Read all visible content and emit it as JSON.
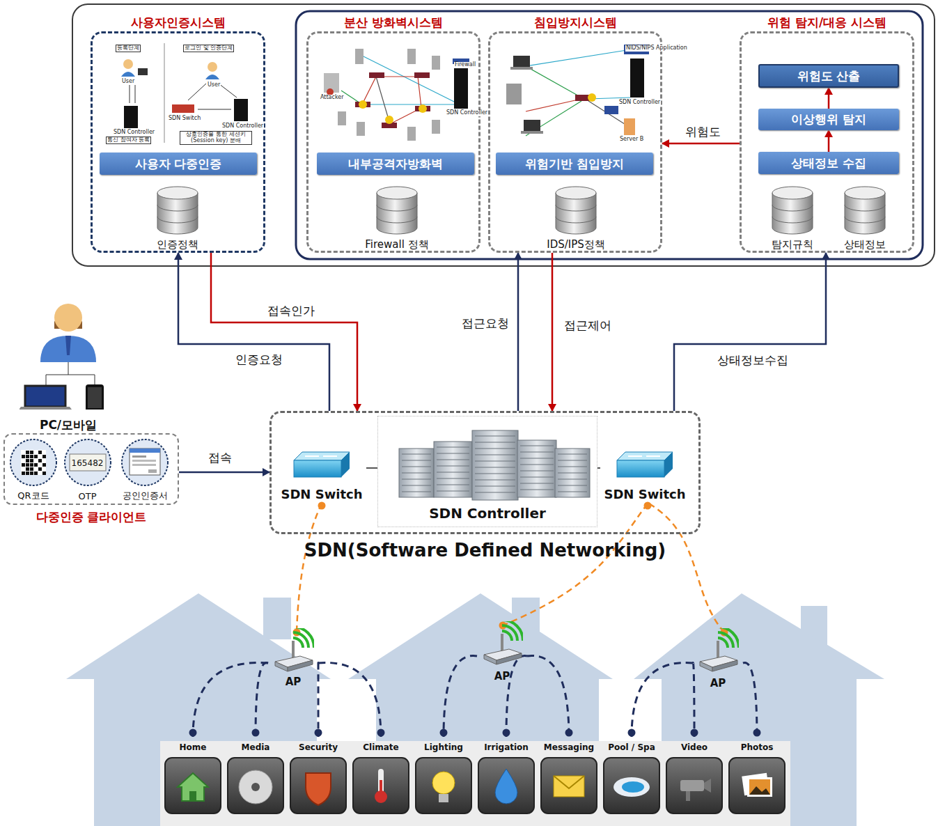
{
  "diagram": {
    "nodes": [
      {
        "text": [
          "사용자인증시스템"
        ]
      },
      {
        "text": [
          "사용자 다중인증"
        ],
        "in": 0
      },
      {
        "text": [
          "인증정책"
        ],
        "in": 0
      },
      {
        "text": [
          "분산 방화벽시스템"
        ]
      },
      {
        "text": [
          "내부공격자방화벽"
        ],
        "in": 3
      },
      {
        "text": [
          "Firewall 정책"
        ],
        "in": 3
      },
      {
        "text": [
          "침입방지시스템"
        ]
      },
      {
        "text": [
          "위험기반 침입방지"
        ],
        "in": 6
      },
      {
        "text": [
          "IDS/IPS정책"
        ],
        "in": 6
      },
      {
        "text": [
          "위험 탐지/대응 시스템"
        ]
      },
      {
        "text": [
          "위험도 산출"
        ],
        "in": 9
      },
      {
        "text": [
          "이상행위 탐지"
        ],
        "in": 9
      },
      {
        "text": [
          "상태정보 수집"
        ],
        "in": 9
      },
      {
        "text": [
          "탐지규칙"
        ],
        "in": 9
      },
      {
        "text": [
          "상태정보"
        ],
        "in": 9
      },
      {
        "text": [
          "PC/모바일"
        ]
      },
      {
        "text": [
          "다중인증 클라이언트"
        ]
      },
      {
        "text": [
          "QR코드"
        ],
        "in": 16
      },
      {
        "text": [
          "165482",
          "OTP"
        ],
        "in": 16
      },
      {
        "text": [
          "공인인증서"
        ],
        "in": 16
      },
      {
        "text": [
          "SDN(Software Defined Networking)"
        ]
      },
      {
        "text": [
          "SDN Switch"
        ],
        "in": 20
      },
      {
        "text": [
          "SDN Controller"
        ],
        "in": 20
      },
      {
        "text": [
          "SDN Switch"
        ],
        "in": 20
      },
      {
        "text": [
          "AP"
        ]
      },
      {
        "text": [
          "AP"
        ]
      },
      {
        "text": [
          "AP"
        ]
      },
      {
        "text": [
          "Home"
        ]
      },
      {
        "text": [
          "Media"
        ]
      },
      {
        "text": [
          "Security"
        ]
      },
      {
        "text": [
          "Climate"
        ]
      },
      {
        "text": [
          "Lighting"
        ]
      },
      {
        "text": [
          "Irrigation"
        ]
      },
      {
        "text": [
          "Messaging"
        ]
      },
      {
        "text": [
          "Pool / Spa"
        ]
      },
      {
        "text": [
          "Video"
        ]
      },
      {
        "text": [
          "Photos"
        ]
      }
    ],
    "edges": [
      {
        "from": 16,
        "to": 20,
        "arrow": "to",
        "label": "접속"
      },
      {
        "from": 20,
        "to": 0,
        "arrow": "to",
        "label": "인증요청"
      },
      {
        "from": 0,
        "to": 20,
        "arrow": "to",
        "label": "접속인가"
      },
      {
        "from": 20,
        "to": 6,
        "arrow": "to",
        "label": "접근요청"
      },
      {
        "from": 6,
        "to": 20,
        "arrow": "to",
        "label": "접근제어"
      },
      {
        "from": 20,
        "to": 9,
        "arrow": "to",
        "label": "상태정보수집"
      },
      {
        "from": 9,
        "to": 6,
        "arrow": "to",
        "label": "위험도"
      },
      {
        "from": 12,
        "to": 11,
        "arrow": "to"
      },
      {
        "from": 11,
        "to": 10,
        "arrow": "to"
      },
      {
        "from": 21,
        "to": 22,
        "arrow": "none"
      },
      {
        "from": 22,
        "to": 23,
        "arrow": "none"
      },
      {
        "from": 21,
        "to": 24,
        "arrow": "none"
      },
      {
        "from": 23,
        "to": 25,
        "arrow": "none"
      },
      {
        "from": 23,
        "to": 26,
        "arrow": "none"
      },
      {
        "from": 24,
        "to": 27,
        "arrow": "none"
      },
      {
        "from": 24,
        "to": 28,
        "arrow": "none"
      },
      {
        "from": 24,
        "to": 29,
        "arrow": "none"
      },
      {
        "from": 24,
        "to": 30,
        "arrow": "none"
      },
      {
        "from": 25,
        "to": 31,
        "arrow": "none"
      },
      {
        "from": 25,
        "to": 32,
        "arrow": "none"
      },
      {
        "from": 25,
        "to": 33,
        "arrow": "none"
      },
      {
        "from": 26,
        "to": 34,
        "arrow": "none"
      },
      {
        "from": 26,
        "to": 35,
        "arrow": "none"
      },
      {
        "from": 26,
        "to": 36,
        "arrow": "none"
      }
    ],
    "labels": [
      "등록단계",
      "로그인 및 인증단계",
      "User",
      "SDN Controller",
      "통신 참여자 등록",
      "User",
      "SDN Switch",
      "SDN Controller",
      "상호인증을 통한 세션키(Session key) 분배",
      "Firewall",
      "SDN Controller",
      "Attacker",
      "NIDS/NIPS Application",
      "SDN Controller",
      "Server B"
    ]
  }
}
